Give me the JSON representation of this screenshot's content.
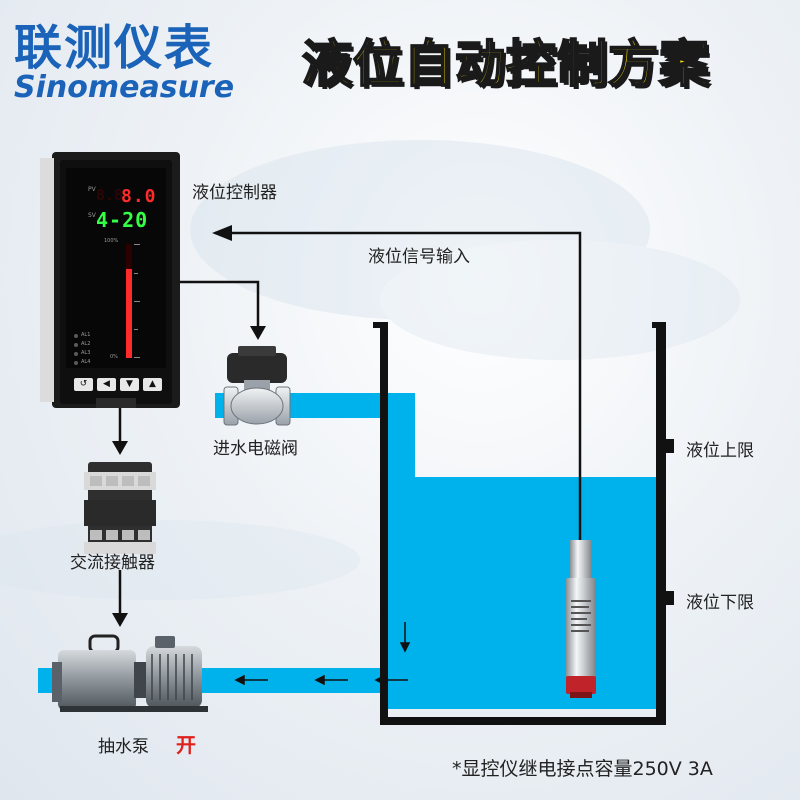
{
  "brand": {
    "name_cn": "联测仪表",
    "name_en": "Sinomeasure"
  },
  "title": "液位自动控制方案",
  "controller": {
    "label": "液位控制器",
    "pv_label": "PV",
    "sv_label": "SV",
    "pv_display": "8.0",
    "pv_ghost": "8.8",
    "sv_display": "4-20",
    "bar_top": "100%",
    "bar_bottom": "0%",
    "bar_fill_fraction": 0.78,
    "alarms": [
      "AL1",
      "AL2",
      "AL3",
      "AL4"
    ],
    "buttons": [
      "↺",
      "◀",
      "▼",
      "▲"
    ]
  },
  "labels": {
    "signal_input": "液位信号输入",
    "inlet_valve": "进水电磁阀",
    "contactor": "交流接触器",
    "pump": "抽水泵",
    "pump_state": "开",
    "upper_limit": "液位上限",
    "lower_limit": "液位下限"
  },
  "footnote": "*显控仪继电接点容量250V 3A",
  "colors": {
    "brand_blue": "#1a63b8",
    "title_yellow": "#ffe400",
    "water": "#00b2ec",
    "pump_on": "#e0201c",
    "display_red": "#ff2a2a",
    "display_green": "#33ff44"
  }
}
